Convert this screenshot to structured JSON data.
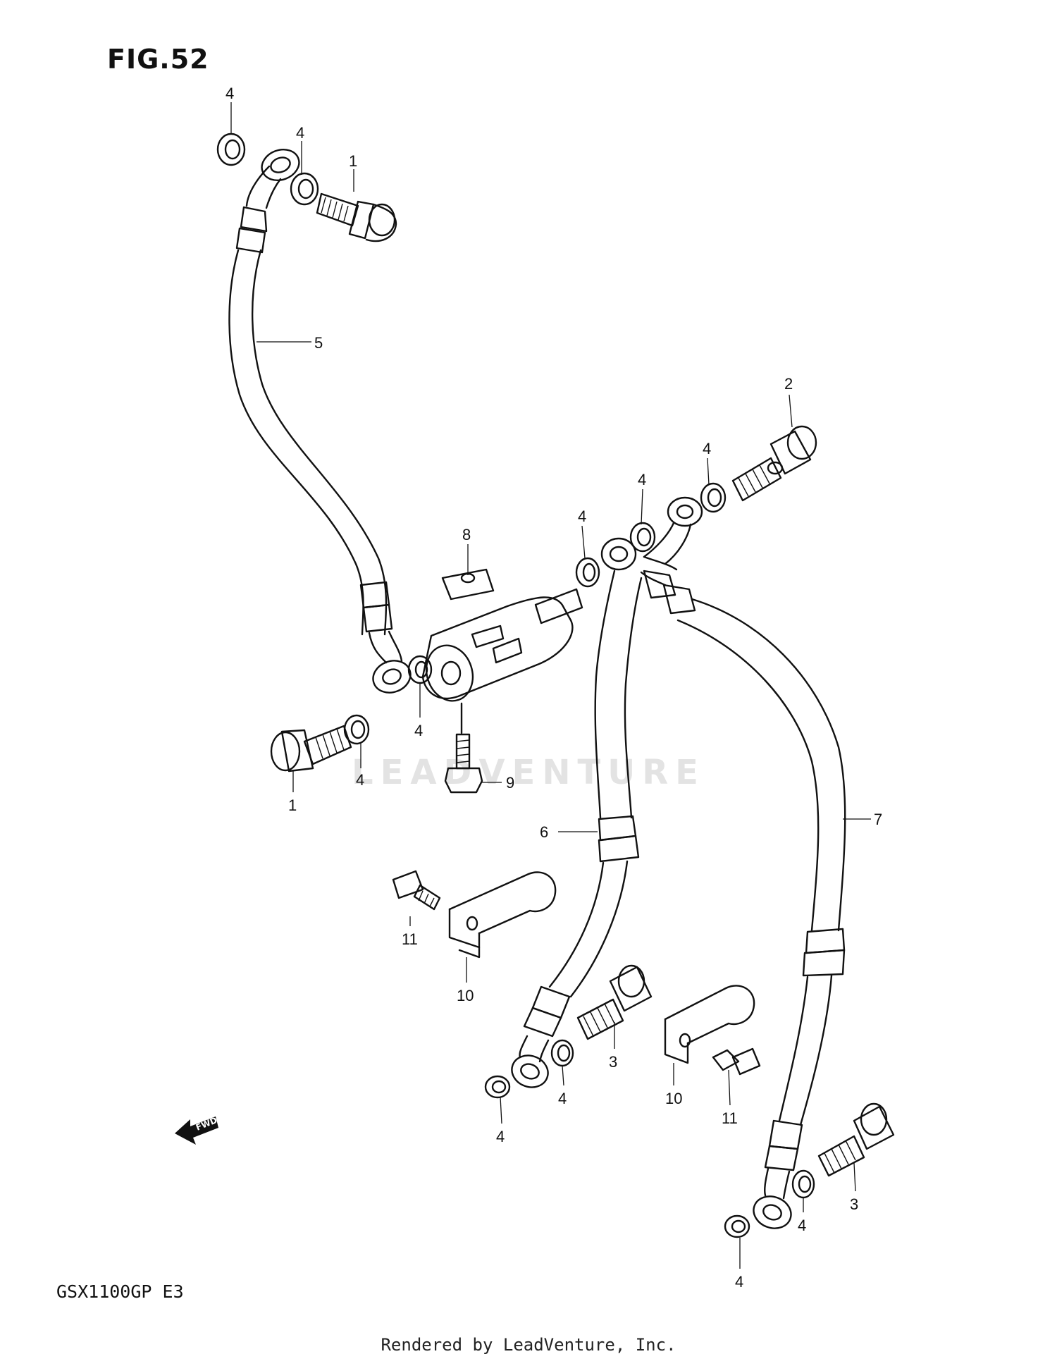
{
  "figure": {
    "title": "FIG.52",
    "model": "GSX1100GP  E3",
    "footer": "Rendered by LeadVenture, Inc.",
    "watermark": "LEADVENTURE",
    "fwd_label": "FWD"
  },
  "callouts": {
    "c1_top": "1",
    "c1_left": "1",
    "c2": "2",
    "c3_mid": "3",
    "c3_right": "3",
    "c4_a": "4",
    "c4_b": "4",
    "c4_c": "4",
    "c4_d": "4",
    "c4_e": "4",
    "c4_f": "4",
    "c4_g": "4",
    "c4_h": "4",
    "c4_i": "4",
    "c4_j": "4",
    "c4_k": "4",
    "c5": "5",
    "c6": "6",
    "c7": "7",
    "c8": "8",
    "c9": "9",
    "c10_left": "10",
    "c10_right": "10",
    "c11_left": "11",
    "c11_right": "11"
  }
}
